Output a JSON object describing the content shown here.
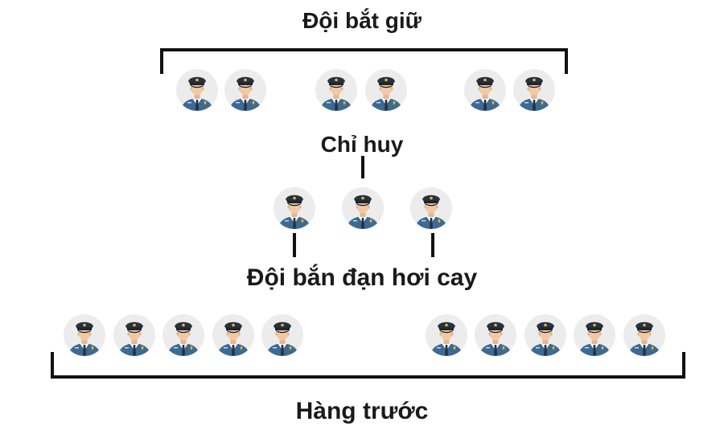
{
  "labels": {
    "arrest_team": "Đội bắt giữ",
    "commander": "Chỉ huy",
    "tear_gas_team": "Đội bắn đạn hơi cay",
    "front_line": "Hàng trước"
  },
  "groups": {
    "arrest_team_count": 6,
    "command_count": 3,
    "front_line_count": 10
  },
  "colors": {
    "text": "#1a1a1a",
    "bracket": "#111111",
    "circle_bg": "#ececec",
    "uniform": "#3d6a93",
    "cap": "#26333f",
    "skin": "#f2c9a6",
    "badge": "#f0b429"
  },
  "icon": "police-officer-icon"
}
